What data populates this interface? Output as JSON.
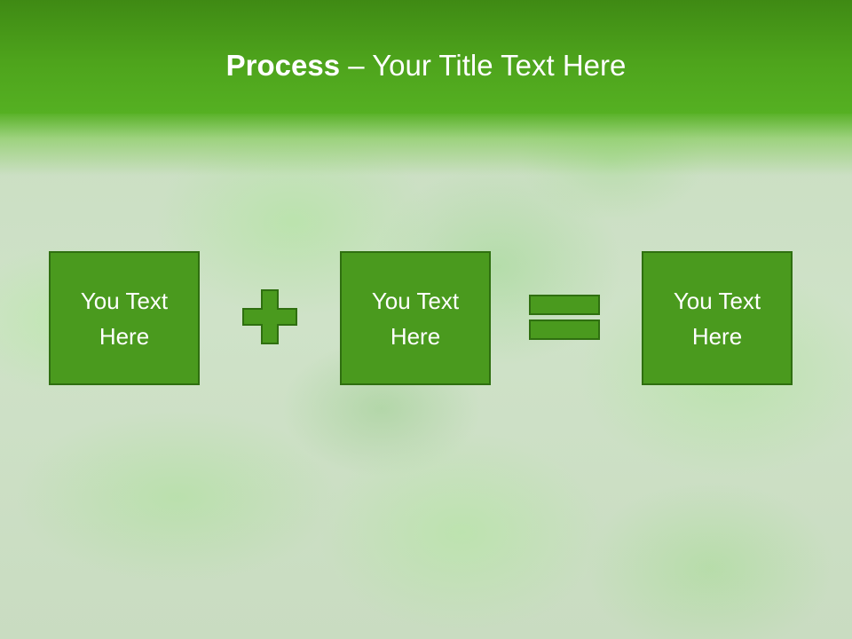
{
  "slide": {
    "title_bold": "Process",
    "title_rest": " – Your Title Text Here"
  },
  "boxes": [
    {
      "line1": "You Text",
      "line2": "Here"
    },
    {
      "line1": "You Text",
      "line2": "Here"
    },
    {
      "line1": "You Text",
      "line2": "Here"
    }
  ],
  "operators": [
    "plus-icon",
    "equals-icon"
  ],
  "colors": {
    "header": "#4ea41c",
    "box_fill": "#4a9a1e",
    "box_border": "#2f6f10",
    "operator_fill": "#4a9a1e"
  }
}
